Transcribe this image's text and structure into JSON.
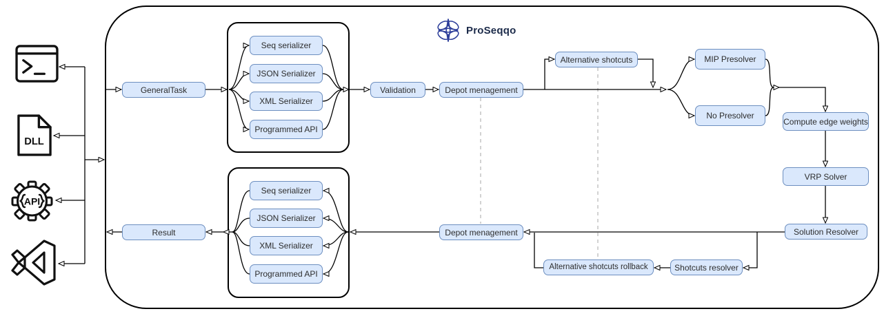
{
  "title": {
    "text": "ProSeqqo"
  },
  "colors": {
    "node_fill": "#dae8fc",
    "node_border": "#6c8ebf",
    "connector": "#000000",
    "dashed": "#b3b3b3",
    "container_border": "#000000",
    "logo": "#2e3f9a",
    "title": "#1c2b4a"
  },
  "left_sources": {
    "terminal": {
      "icon": "terminal-icon"
    },
    "dll": {
      "icon": "dll-file-icon",
      "label": "DLL"
    },
    "api": {
      "icon": "api-gear-icon",
      "label": "API"
    },
    "visual_studio": {
      "icon": "visual-studio-icon"
    }
  },
  "nodes": {
    "general_task": {
      "label": "GeneralTask"
    },
    "validation": {
      "label": "Validation"
    },
    "depot_management_top": {
      "label": "Depot menagement"
    },
    "alternative_shortcuts": {
      "label": "Alternative shotcuts"
    },
    "mip_presolver": {
      "label": "MIP Presolver"
    },
    "no_presolver": {
      "label": "No Presolver"
    },
    "compute_edge_weights": {
      "label": "Compute edge weights"
    },
    "vrp_solver": {
      "label": "VRP Solver"
    },
    "solution_resolver": {
      "label": "Solution Resolver"
    },
    "shortcuts_resolver": {
      "label": "Shotcuts resolver"
    },
    "alternative_shortcuts_rollback": {
      "label": "Alternative shotcuts rollback"
    },
    "depot_management_bottom": {
      "label": "Depot menagement"
    },
    "result": {
      "label": "Result"
    }
  },
  "serializer_group_top": {
    "items": [
      "Seq serializer",
      "JSON Serializer",
      "XML Serializer",
      "Programmed API"
    ]
  },
  "serializer_group_bottom": {
    "items": [
      "Seq serializer",
      "JSON Serializer",
      "XML Serializer",
      "Programmed API"
    ]
  }
}
